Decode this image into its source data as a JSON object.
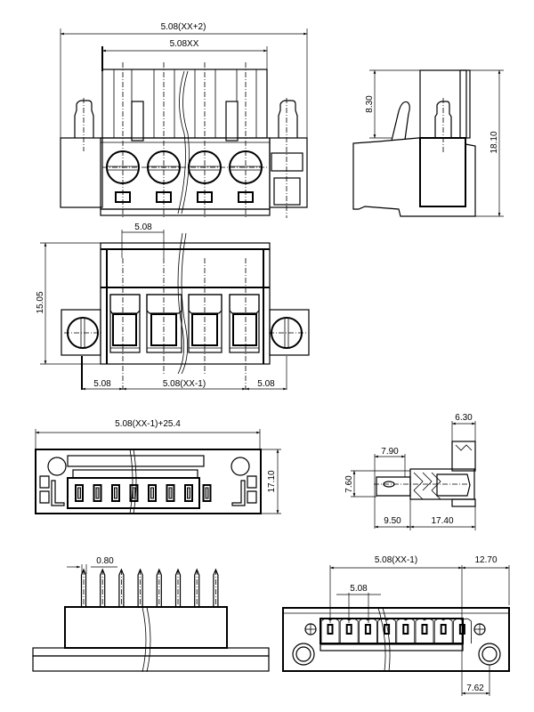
{
  "drawing": {
    "subject": "pluggable terminal block connector with flanges",
    "line_color": "#000000",
    "background": "#ffffff"
  },
  "views": {
    "front": {
      "dims": {
        "overall_width": "5.08(XX+2)",
        "body_width": "5.08XX"
      },
      "screw_count": 4
    },
    "side": {
      "dims": {
        "top_height": "8.30",
        "total_height": "18.10"
      }
    },
    "top": {
      "dims": {
        "height": "15.05",
        "pitch": "5.08",
        "left_offset": "5.08",
        "span": "5.08(XX-1)",
        "right_offset": "5.08"
      },
      "pole_count": 4
    },
    "header_front": {
      "dims": {
        "overall_width": "5.08(XX-1)+25.4",
        "height": "17.10"
      },
      "pin_count": 8
    },
    "header_side": {
      "dims": {
        "top_width": "6.30",
        "pin_length": "7.90",
        "height": "7.60",
        "left_len": "9.50",
        "right_len": "17.40"
      }
    },
    "pcb_side": {
      "dims": {
        "pin_width": "0.80"
      },
      "pin_count": 8
    },
    "pcb_top": {
      "dims": {
        "span": "5.08(XX-1)",
        "flange": "12.70",
        "pitch": "5.08",
        "hole_offset": "7.62"
      },
      "pin_count": 8
    }
  }
}
